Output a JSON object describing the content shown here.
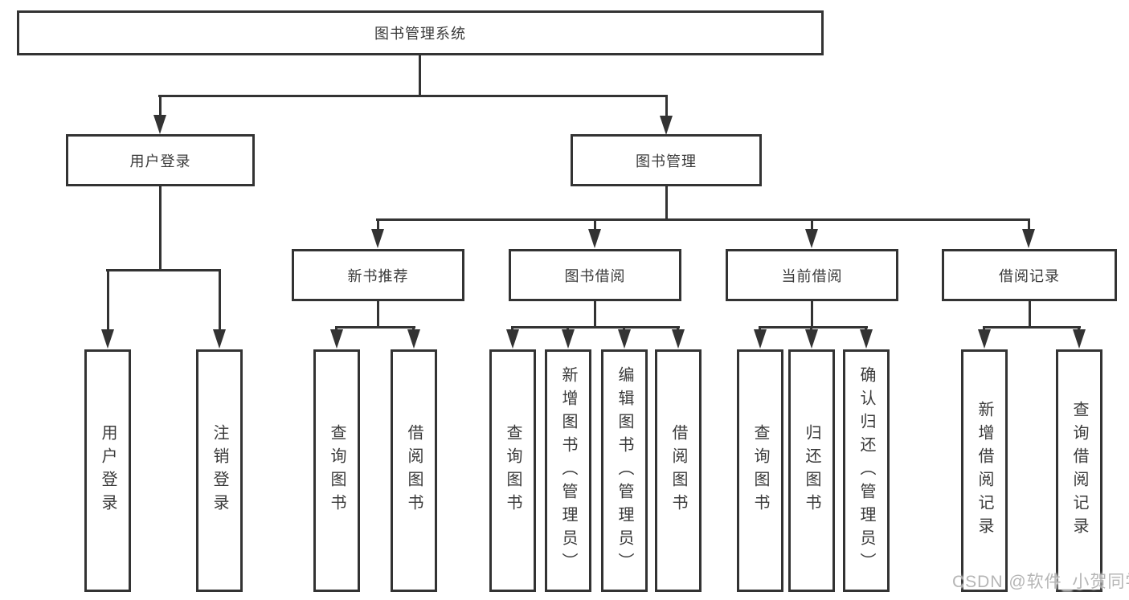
{
  "diagram": {
    "nodes": {
      "root": "图书管理系统",
      "user_login": "用户登录",
      "book_mgmt": "图书管理",
      "new_book_rec": "新书推荐",
      "book_borrow": "图书借阅",
      "current_borrow": "当前借阅",
      "borrow_record": "借阅记录"
    },
    "leaves": {
      "user_login": [
        "用户登录",
        "注销登录"
      ],
      "new_book_rec": [
        "查询图书",
        "借阅图书"
      ],
      "book_borrow": [
        "查询图书",
        "新增图书（管理员）",
        "编辑图书（管理员）",
        "借阅图书"
      ],
      "current_borrow": [
        "查询图书",
        "归还图书",
        "确认归还（管理员）"
      ],
      "borrow_record": [
        "新增借阅记录",
        "查询借阅记录"
      ]
    },
    "watermark": "CSDN @软件_小贺同学",
    "colors": {
      "line": "#333333",
      "text": "#3a3a3a",
      "watermark": "#a8a8a8",
      "background": "#ffffff"
    }
  }
}
